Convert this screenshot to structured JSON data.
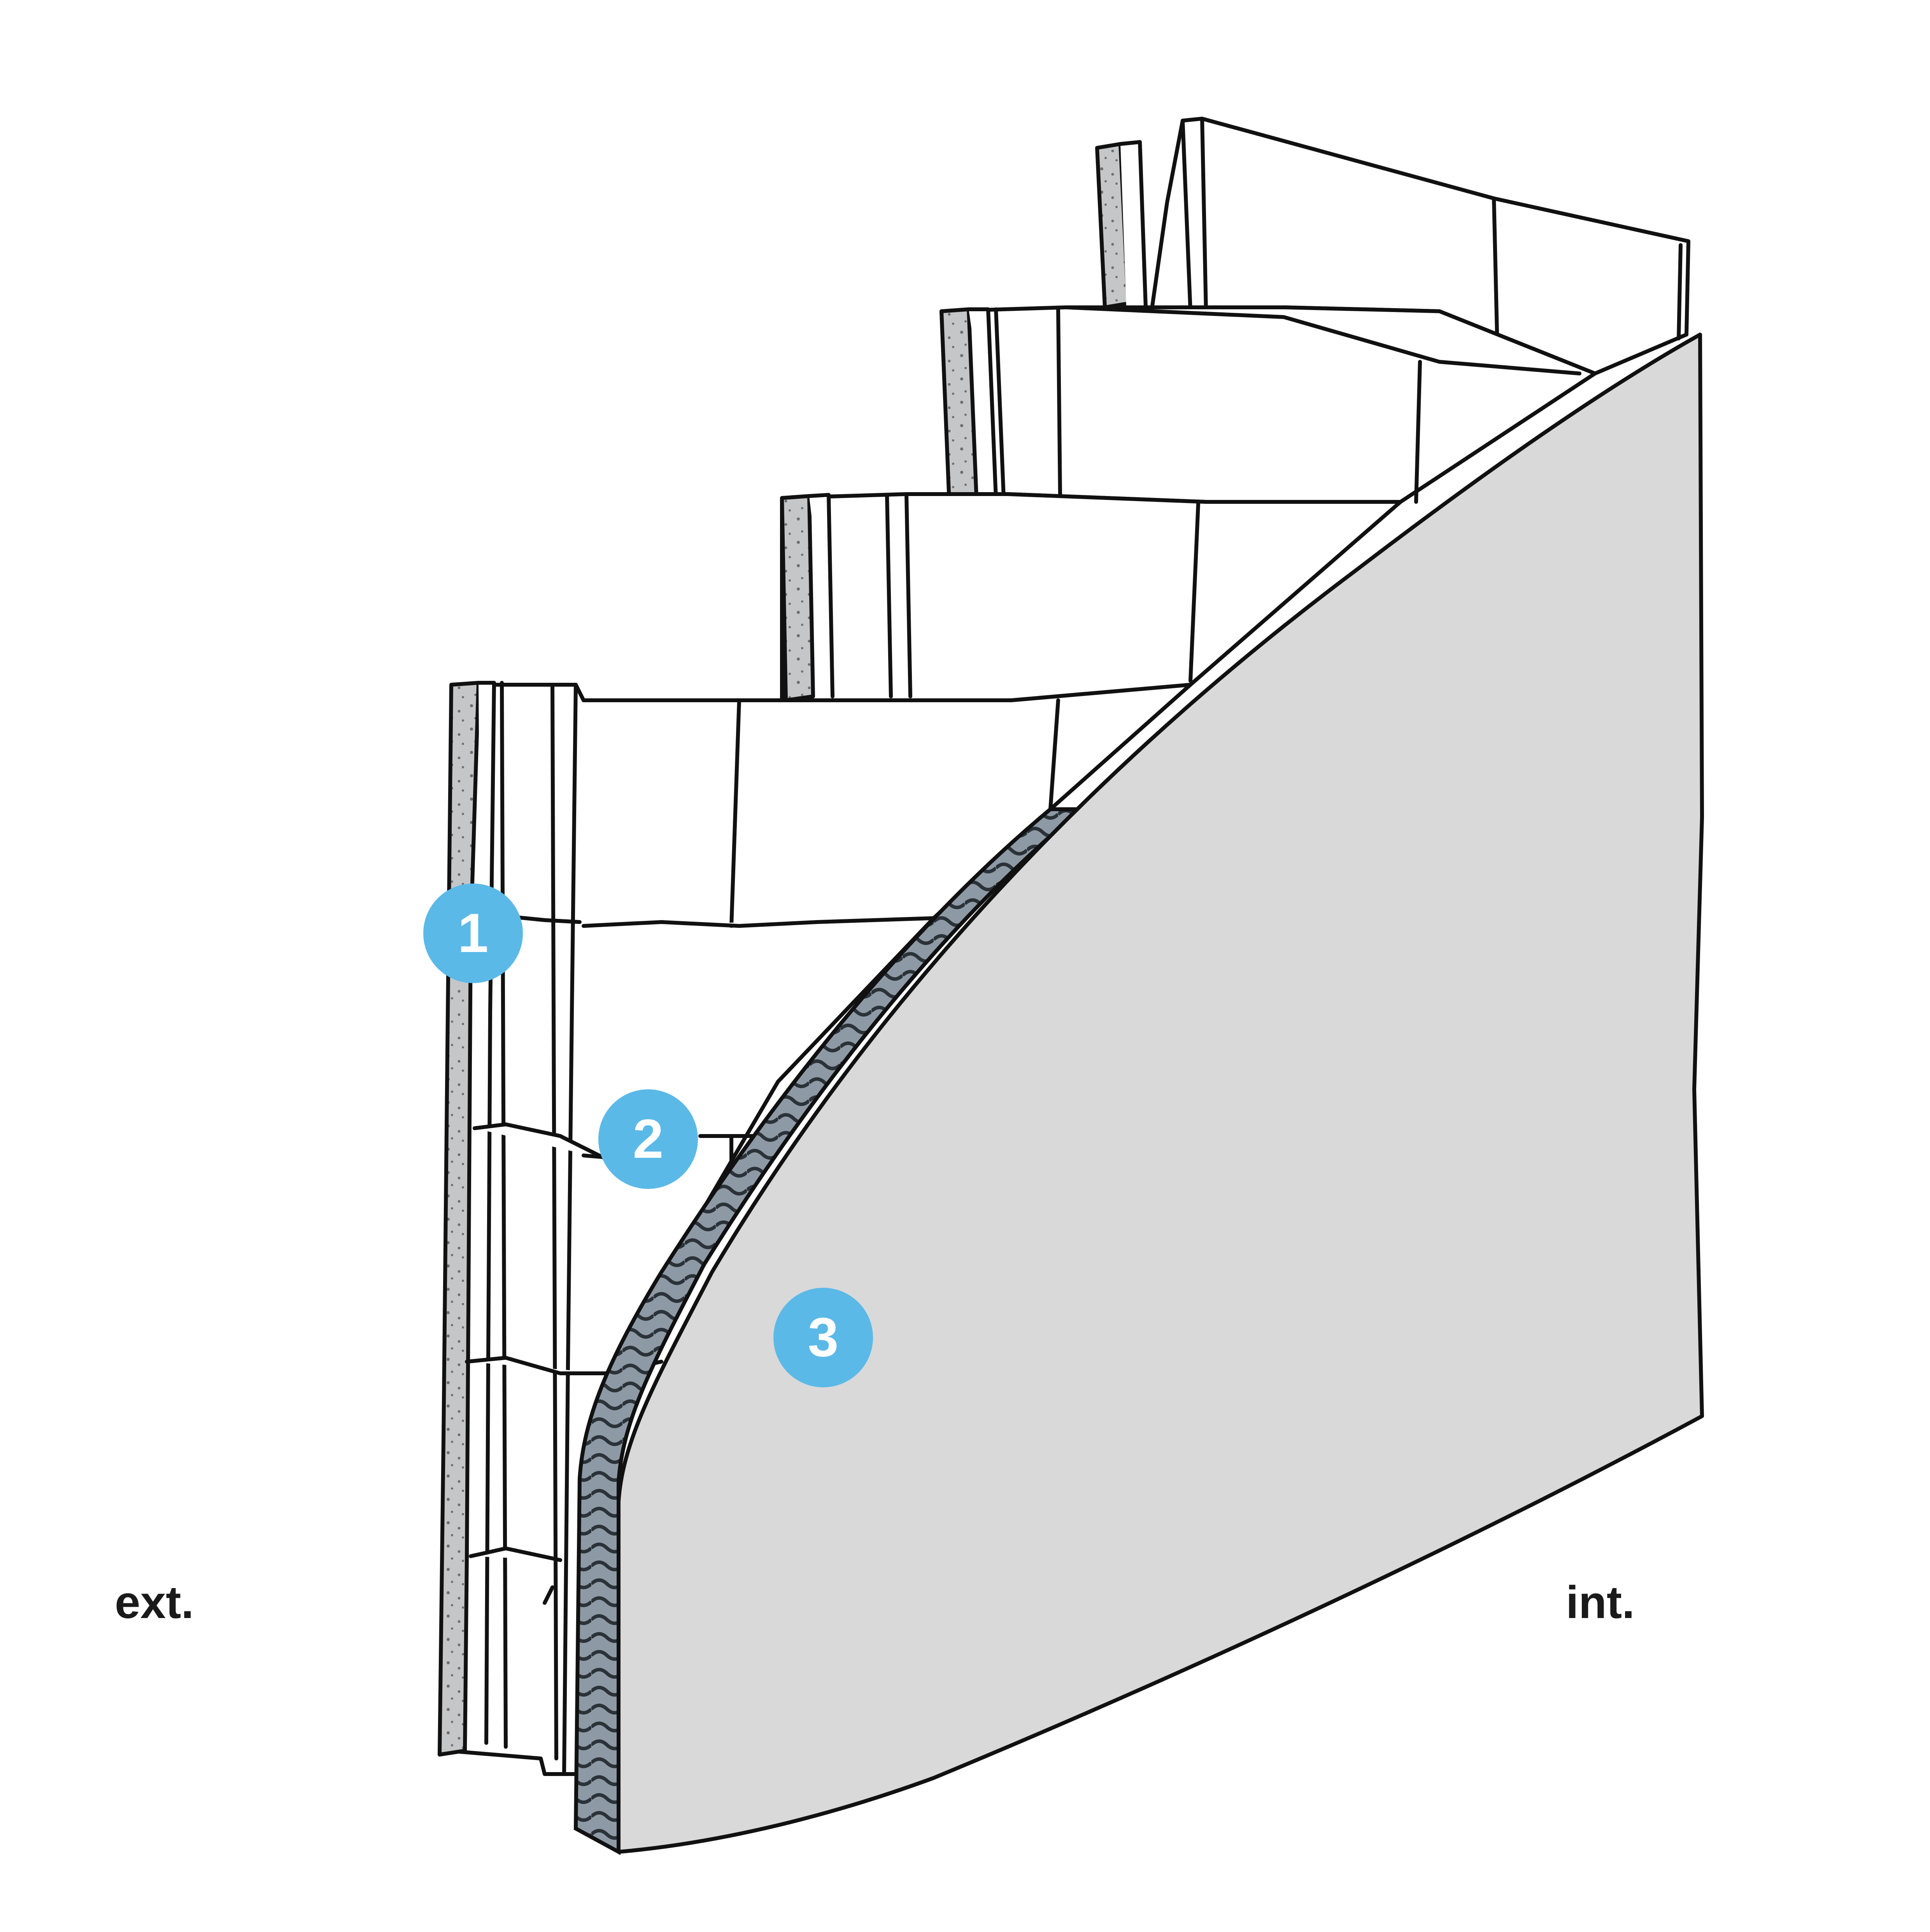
{
  "colors": {
    "background": "#ffffff",
    "line": "#111111",
    "board": "#d9d9d9",
    "plaster": "#c4c6c8",
    "insulation": "#8d9aa6",
    "callout": "#5bb9e8",
    "callout_text": "#ffffff"
  },
  "labels": {
    "exterior": "ext.",
    "interior": "int."
  },
  "callouts": [
    {
      "number": "1",
      "icon": "numbered-badge"
    },
    {
      "number": "2",
      "icon": "numbered-badge"
    },
    {
      "number": "3",
      "icon": "numbered-badge"
    }
  ]
}
